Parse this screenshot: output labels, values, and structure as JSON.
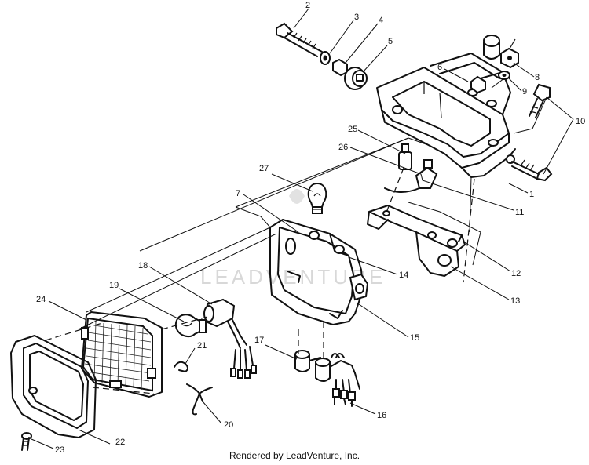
{
  "watermark": "LEADVENTURE",
  "footer": "Rendered by LeadVenture, Inc.",
  "callouts": {
    "c1": "1",
    "c2": "2",
    "c3": "3",
    "c4": "4",
    "c5": "5",
    "c6": "6",
    "c7": "7",
    "c8": "8",
    "c9": "9",
    "c10": "10",
    "c11": "11",
    "c12": "12",
    "c13": "13",
    "c14": "14",
    "c15": "15",
    "c16": "16",
    "c17": "17",
    "c18": "18",
    "c19": "19",
    "c20": "20",
    "c21": "21",
    "c22": "22",
    "c23": "23",
    "c24": "24",
    "c25": "25",
    "c26": "26",
    "c27": "27"
  }
}
